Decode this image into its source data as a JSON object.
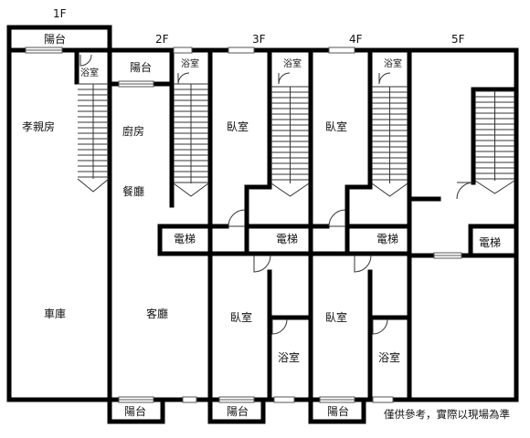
{
  "floors": {
    "f1": "1F",
    "f2": "2F",
    "f3": "3F",
    "f4": "4F",
    "f5": "5F"
  },
  "rooms": {
    "balcony": "陽台",
    "bathroom": "浴室",
    "parents_room": "孝親房",
    "kitchen": "廚房",
    "dining": "餐廳",
    "bedroom": "臥室",
    "elevator": "電梯",
    "garage": "車庫",
    "living_room": "客廳"
  },
  "disclaimer": "僅供參考，實際以現場為準"
}
